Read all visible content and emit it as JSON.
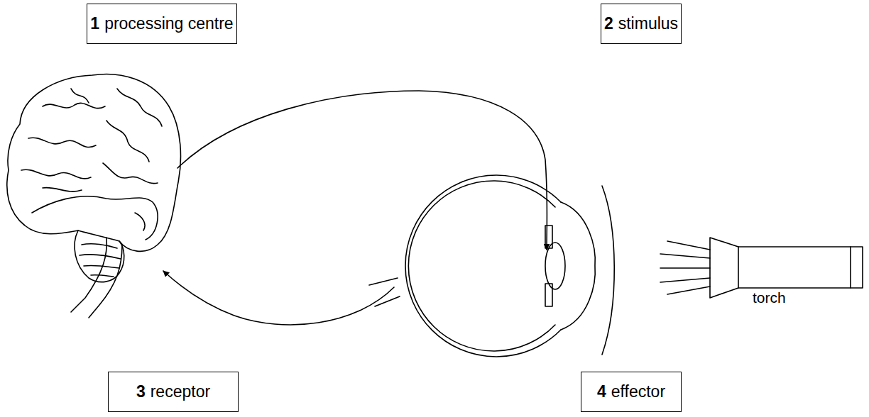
{
  "diagram": {
    "nodes": [
      {
        "text": [
          "1",
          "processing centre"
        ]
      },
      {
        "text": [
          "2",
          "stimulus"
        ]
      },
      {
        "text": [
          "3",
          "receptor"
        ]
      },
      {
        "text": [
          "4",
          "effector"
        ]
      }
    ],
    "labels": [
      "torch"
    ]
  }
}
